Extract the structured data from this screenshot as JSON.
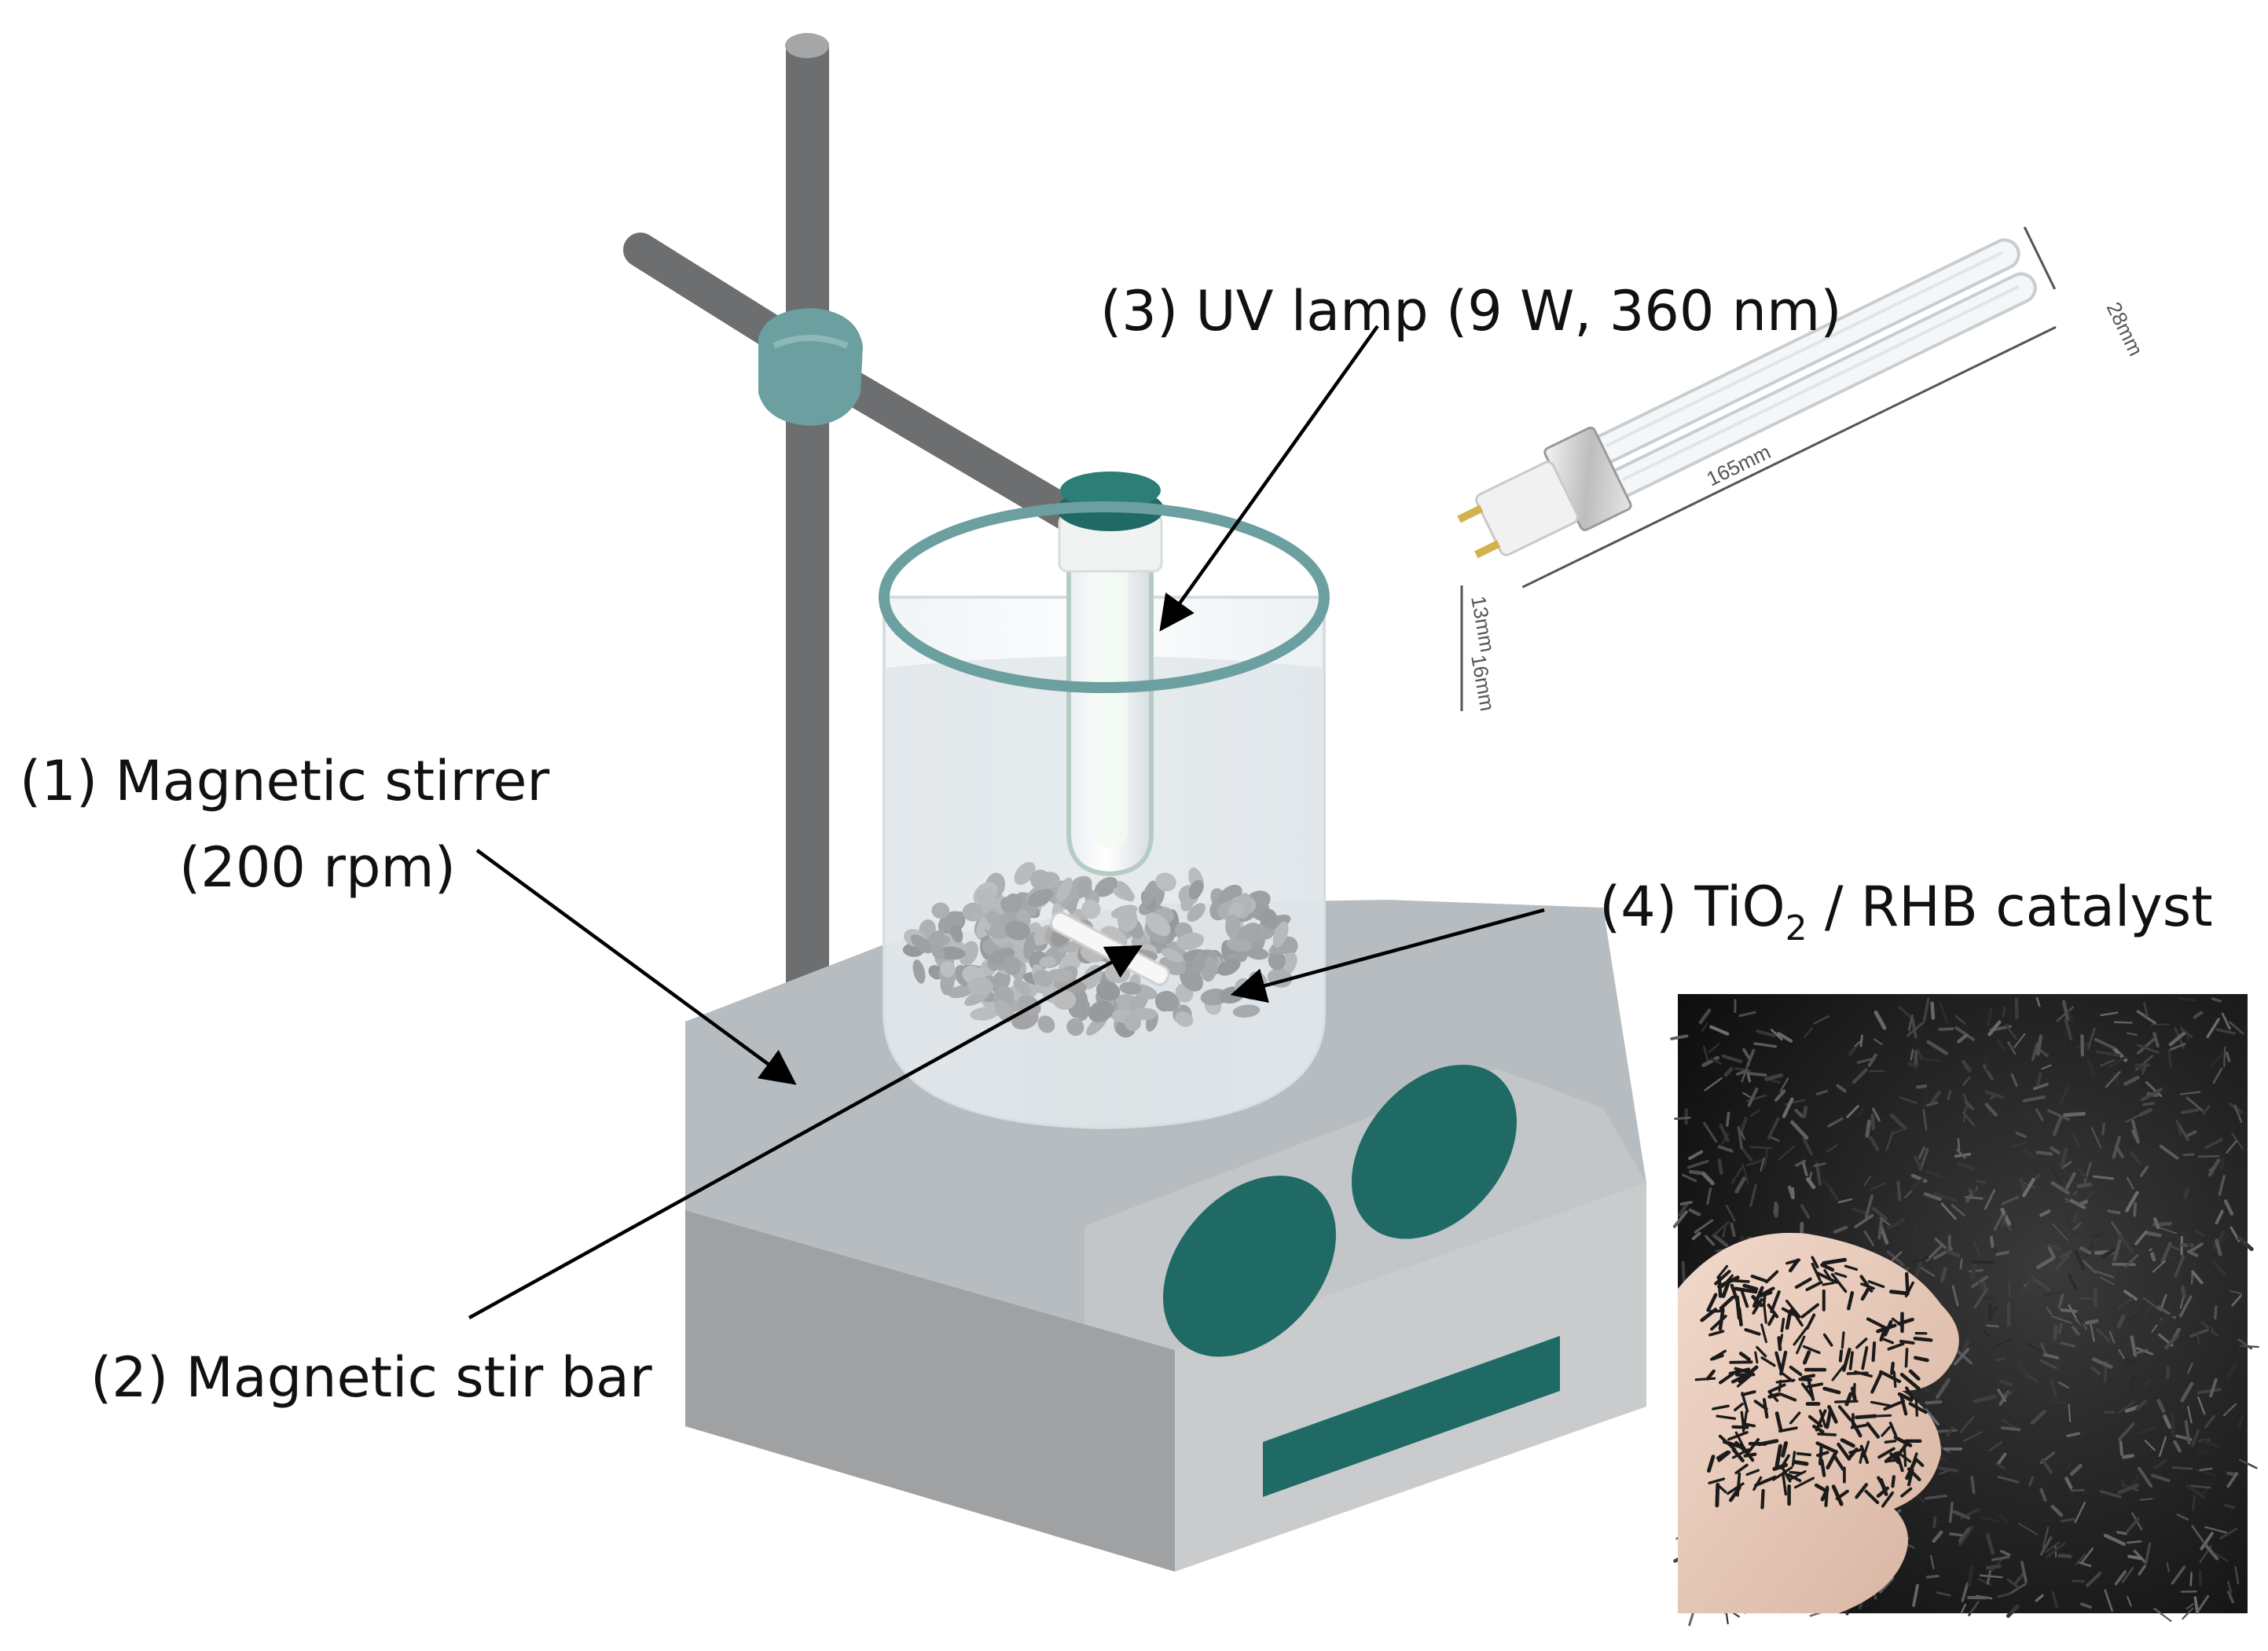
{
  "labels": {
    "stirrer_line1": "(1)  Magnetic stirrer",
    "stirrer_line2": "(200 rpm)",
    "stir_bar": "(2) Magnetic stir bar",
    "uv_lamp": "(3) UV lamp (9 W, 360 nm)",
    "catalyst_prefix": "(4) TiO",
    "catalyst_sub": "2",
    "catalyst_suffix": " / RHB catalyst"
  },
  "lamp_dimensions": {
    "length": "165mm",
    "width": "28mm",
    "base_top": "13mm",
    "base_bottom": "16mm"
  },
  "colors": {
    "accent_teal": "#1f6a65",
    "clamp_teal": "#6c9fa0",
    "stand_gray": "#6d6e70",
    "body_top": "#b6bcc0",
    "body_front": "#c9cbcc",
    "body_side": "#a0a1a3",
    "arrow": "#000000"
  }
}
